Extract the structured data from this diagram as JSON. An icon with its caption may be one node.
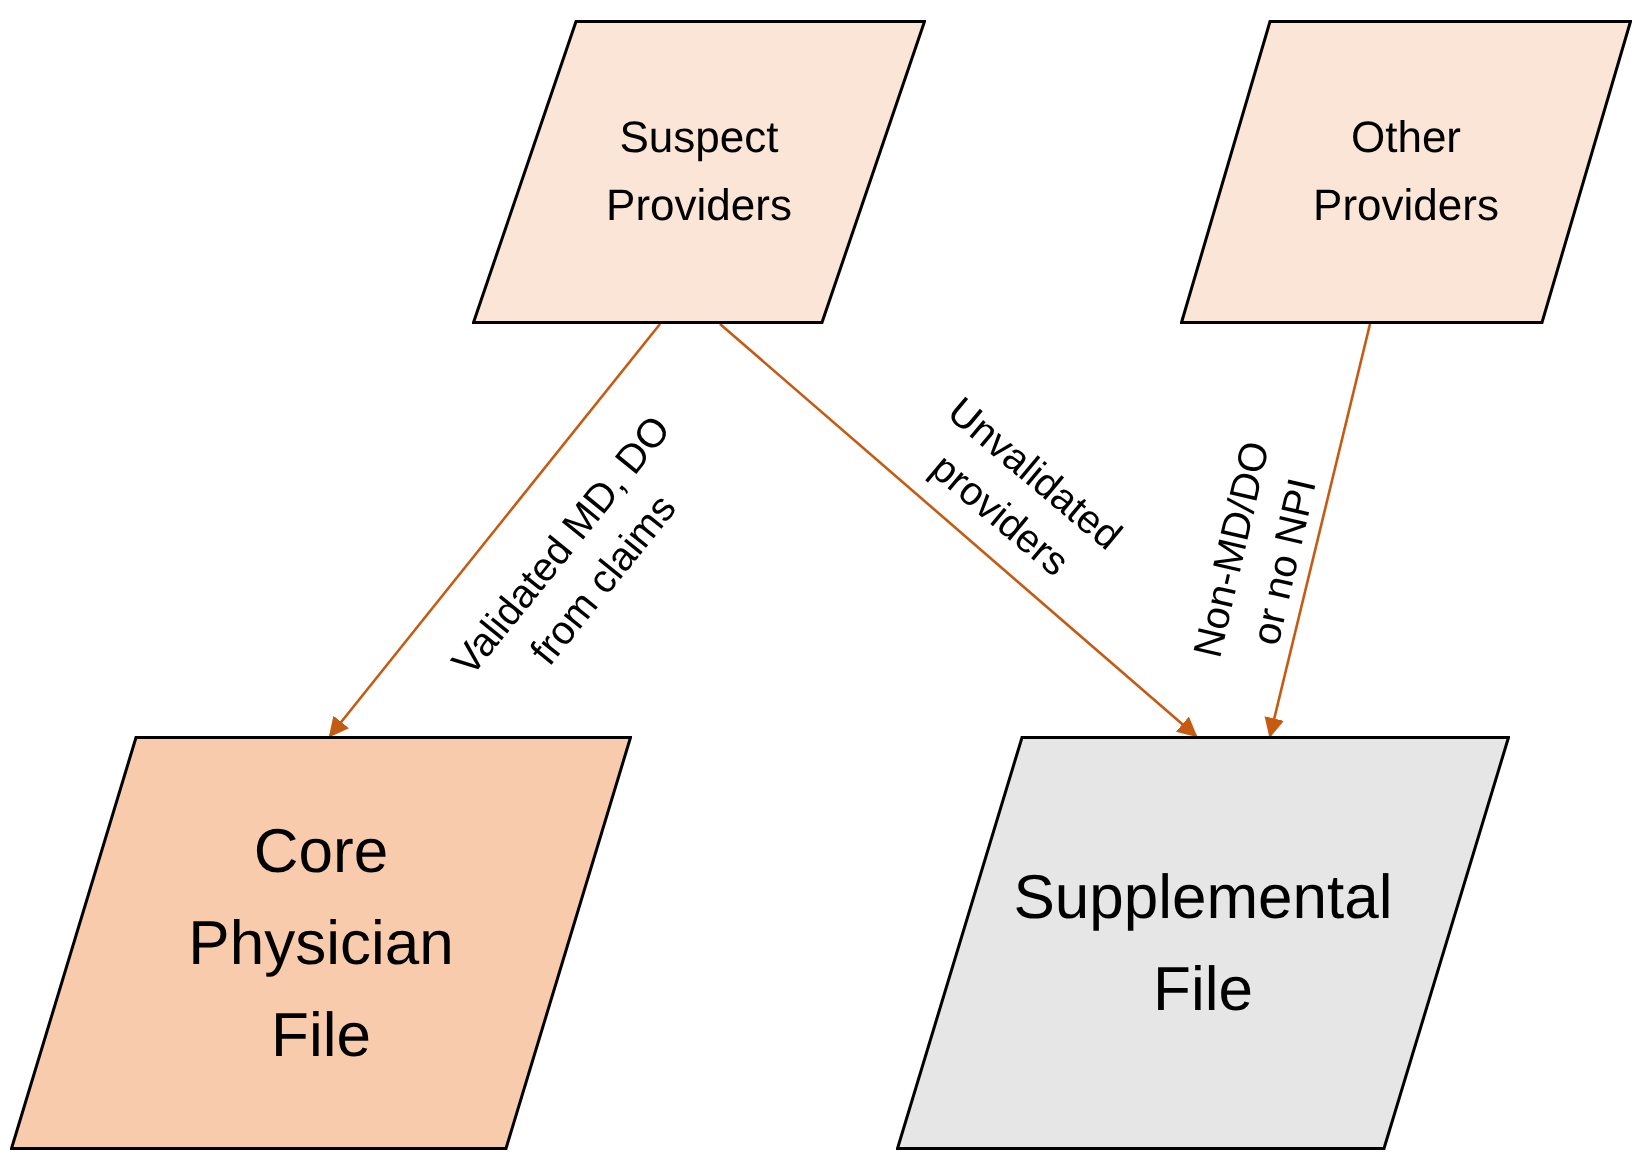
{
  "diagram": {
    "nodes": [
      {
        "text": [
          "Suspect Providers"
        ]
      },
      {
        "text": [
          "Other Providers"
        ]
      },
      {
        "text": [
          "Core Physician File"
        ]
      },
      {
        "text": [
          "Supplemental File"
        ]
      }
    ],
    "edges": [
      {
        "from": 0,
        "to": 2,
        "arrow": "to",
        "label": "Validated MD, DO from claims",
        "color": "#c55a11"
      },
      {
        "from": 0,
        "to": 3,
        "arrow": "to",
        "label": "Unvalidated providers",
        "color": "#c55a11"
      },
      {
        "from": 1,
        "to": 3,
        "arrow": "to",
        "label": "Non-MD/DO or no NPI",
        "color": "#c55a11"
      }
    ]
  }
}
